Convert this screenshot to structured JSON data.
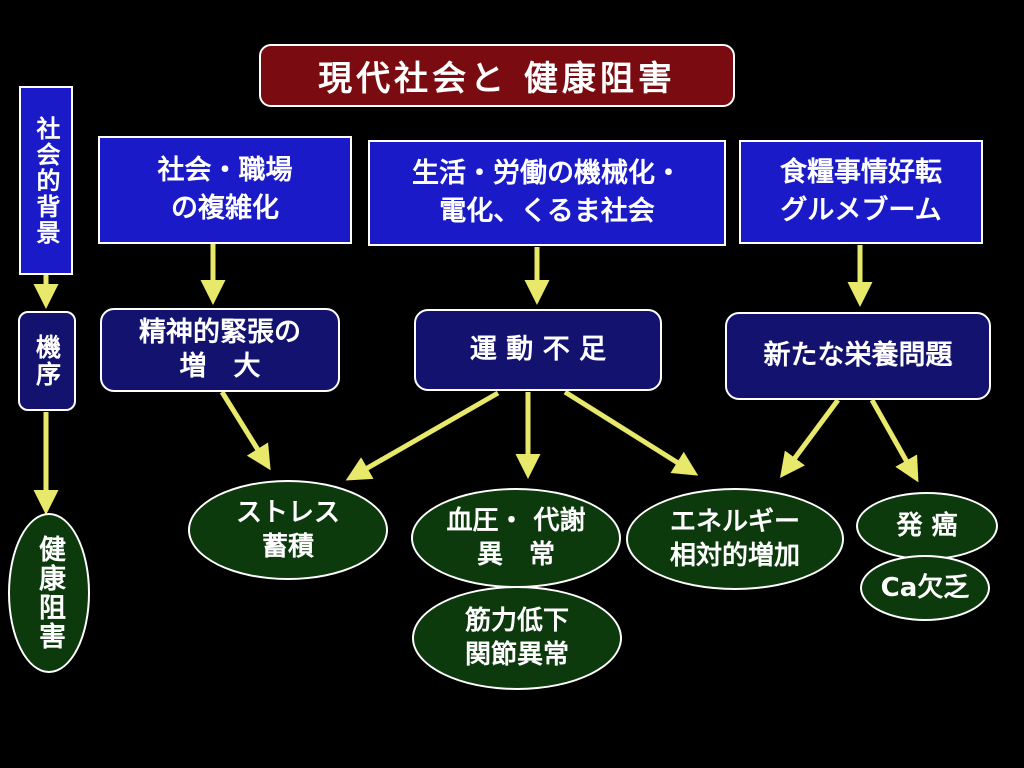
{
  "title": "現代社会と 健康阻害",
  "left_axis": {
    "background": "社会的背景",
    "order": "機序",
    "health": "健康阻害"
  },
  "background_boxes": [
    "社会・職場\nの複雑化",
    "生活・労働の機械化・\n電化、くるま社会",
    "食糧事情好転\nグルメブーム"
  ],
  "mechanism_boxes": [
    "精神的緊張の\n増　大",
    "運 動 不 足",
    "新たな栄養問題"
  ],
  "outcomes": [
    "ストレス\n蓄積",
    "血圧・ 代謝\n異　常",
    "筋力低下\n関節異常",
    "エネルギー\n相対的増加",
    "発 癌",
    "Ca欠乏"
  ],
  "colors": {
    "title_bg": "#7a0b10",
    "background_box": "#1a1ac8",
    "mechanism_box": "#13126e",
    "outcome_ellipse": "#0d3a0d",
    "arrow": "#e8e86a"
  }
}
